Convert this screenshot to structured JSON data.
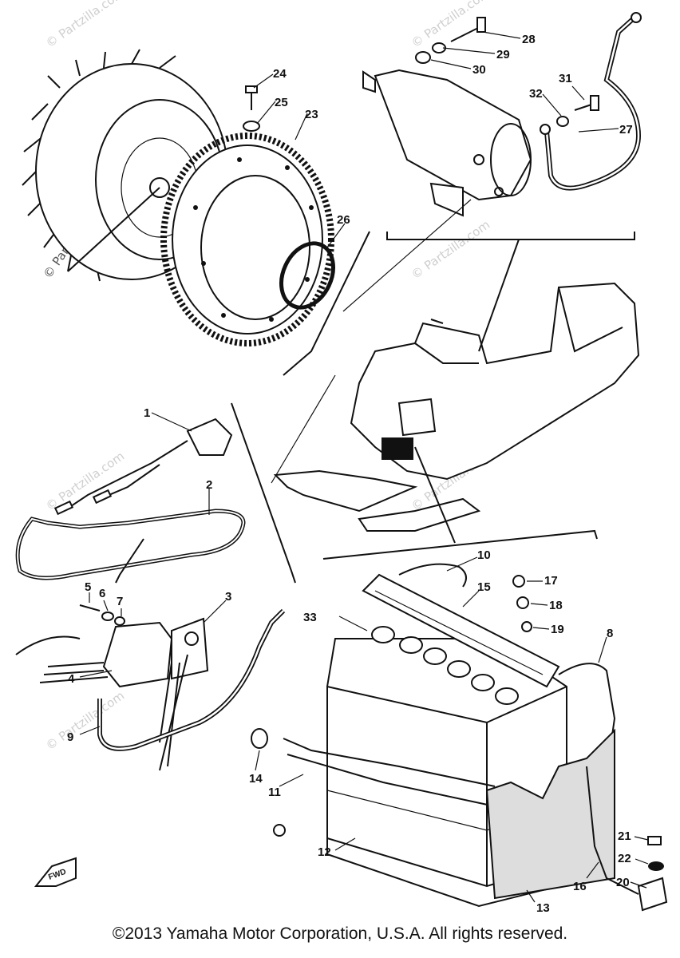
{
  "callouts": {
    "c1": "1",
    "c2": "2",
    "c3": "3",
    "c4": "4",
    "c5": "5",
    "c6": "6",
    "c7": "7",
    "c8": "8",
    "c9": "9",
    "c10": "10",
    "c11": "11",
    "c12": "12",
    "c13": "13",
    "c14": "14",
    "c15": "15",
    "c16": "16",
    "c17": "17",
    "c18": "18",
    "c19": "19",
    "c20": "20",
    "c21": "21",
    "c22": "22",
    "c23": "23",
    "c24": "24",
    "c25": "25",
    "c26": "26",
    "c27": "27",
    "c28": "28",
    "c29": "29",
    "c30": "30",
    "c31": "31",
    "c32": "32",
    "c33": "33"
  },
  "watermark": "© Partzilla.com",
  "front_label": "FWD",
  "copyright": "©2013 Yamaha Motor Corporation, U.S.A. All rights reserved."
}
